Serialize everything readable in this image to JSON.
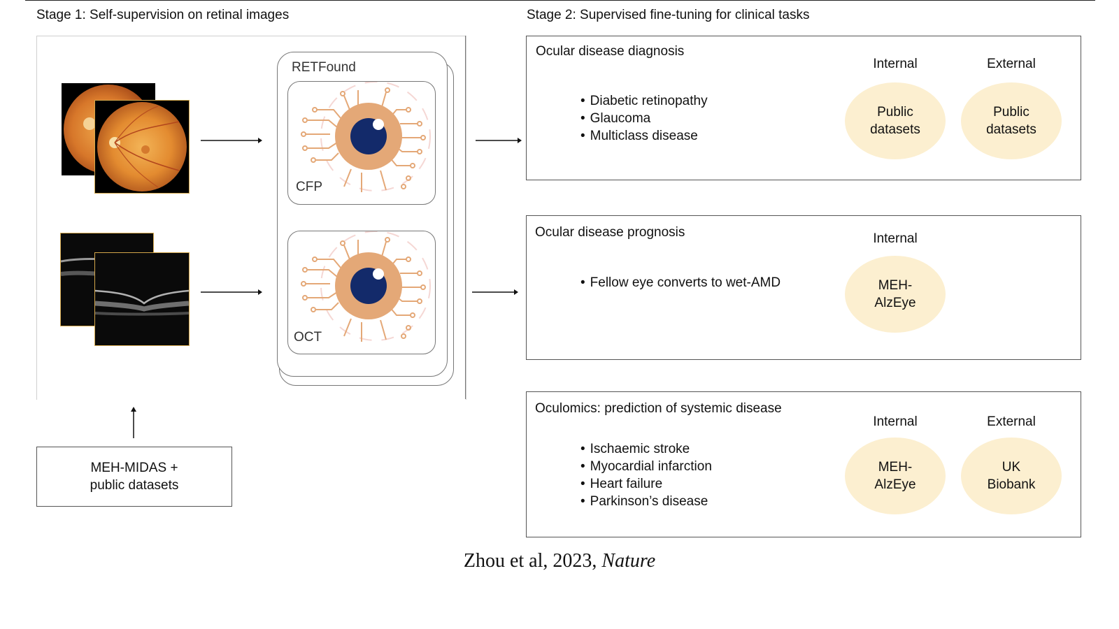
{
  "stage1": {
    "title": "Stage 1: Self-supervision on retinal images",
    "model_label": "RETFound",
    "encoders": [
      {
        "label": "CFP"
      },
      {
        "label": "OCT"
      }
    ],
    "source": "MEH-MIDAS +\npublic datasets"
  },
  "stage2": {
    "title": "Stage 2: Supervised fine-tuning for clinical tasks",
    "tasks": [
      {
        "title": "Ocular disease diagnosis",
        "bullets": [
          "Diabetic retinopathy",
          "Glaucoma",
          "Multiclass disease"
        ],
        "internal_label": "Internal",
        "internal_dataset": "Public\ndatasets",
        "external_label": "External",
        "external_dataset": "Public\ndatasets"
      },
      {
        "title": "Ocular disease prognosis",
        "bullets": [
          "Fellow eye converts to wet-AMD"
        ],
        "internal_label": "Internal",
        "internal_dataset": "MEH-\nAlzEye"
      },
      {
        "title": "Oculomics: prediction of systemic disease",
        "bullets": [
          "Ischaemic stroke",
          "Myocardial infarction",
          "Heart failure",
          "Parkinson’s disease"
        ],
        "internal_label": "Internal",
        "internal_dataset": "MEH-\nAlzEye",
        "external_label": "External",
        "external_dataset": "UK\nBiobank"
      }
    ]
  },
  "caption": {
    "text": "Zhou et al, 2023, ",
    "journal": "Nature"
  },
  "colors": {
    "ellipse_fill": "#fcefd0",
    "encoder_orange": "#e4a877",
    "pupil_navy": "#132a6a",
    "image_border": "#d3a64a"
  }
}
